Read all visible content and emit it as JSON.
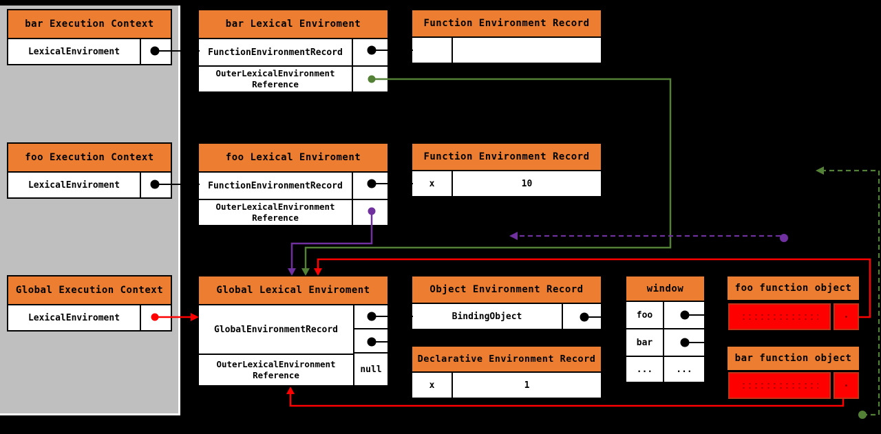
{
  "left_panel": {
    "contexts": [
      {
        "title": "bar Execution Context",
        "row": "LexicalEnviroment"
      },
      {
        "title": "foo Execution Context",
        "row": "LexicalEnviroment"
      },
      {
        "title": "Global Execution Context",
        "row": "LexicalEnviroment"
      }
    ]
  },
  "lexical": {
    "bar": {
      "title": "bar Lexical Enviroment",
      "row1": "FunctionEnvironmentRecord",
      "row2a": "OuterLexicalEnvironment",
      "row2b": "Reference"
    },
    "foo": {
      "title": "foo Lexical Enviroment",
      "row1": "FunctionEnvironmentRecord",
      "row2a": "OuterLexicalEnvironment",
      "row2b": "Reference"
    },
    "global": {
      "title": "Global Lexical Enviroment",
      "record": "GlobalEnvironmentRecord",
      "outer_a": "OuterLexicalEnvironment",
      "outer_b": "Reference",
      "outer_value": "null"
    }
  },
  "records": {
    "fer_top": {
      "title": "Function Environment Record",
      "key": "",
      "value": ""
    },
    "fer_mid": {
      "title": "Function Environment Record",
      "key": "x",
      "value": "10"
    },
    "oer": {
      "title": "Object Environment Record",
      "binding": "BindingObject"
    },
    "der": {
      "title": "Declarative Environment Record",
      "key": "x",
      "value": "1"
    }
  },
  "window_table": {
    "title": "window",
    "rows": [
      {
        "name": "foo",
        "value": ""
      },
      {
        "name": "bar",
        "value": ""
      },
      {
        "name": "...",
        "value": "..."
      }
    ]
  },
  "function_objects": {
    "foo": {
      "title": "foo function object"
    },
    "bar": {
      "title": "bar function object"
    }
  },
  "colors": {
    "background": "#000000",
    "panel_gray": "#bfbfbf",
    "panel_edge_white": "#ffffff",
    "header_orange": "#ed7d31",
    "highlight_red": "#ff0000",
    "arrow_black": "#000000",
    "arrow_red": "#ff0000",
    "arrow_green": "#538135",
    "arrow_purple": "#7030a0"
  }
}
